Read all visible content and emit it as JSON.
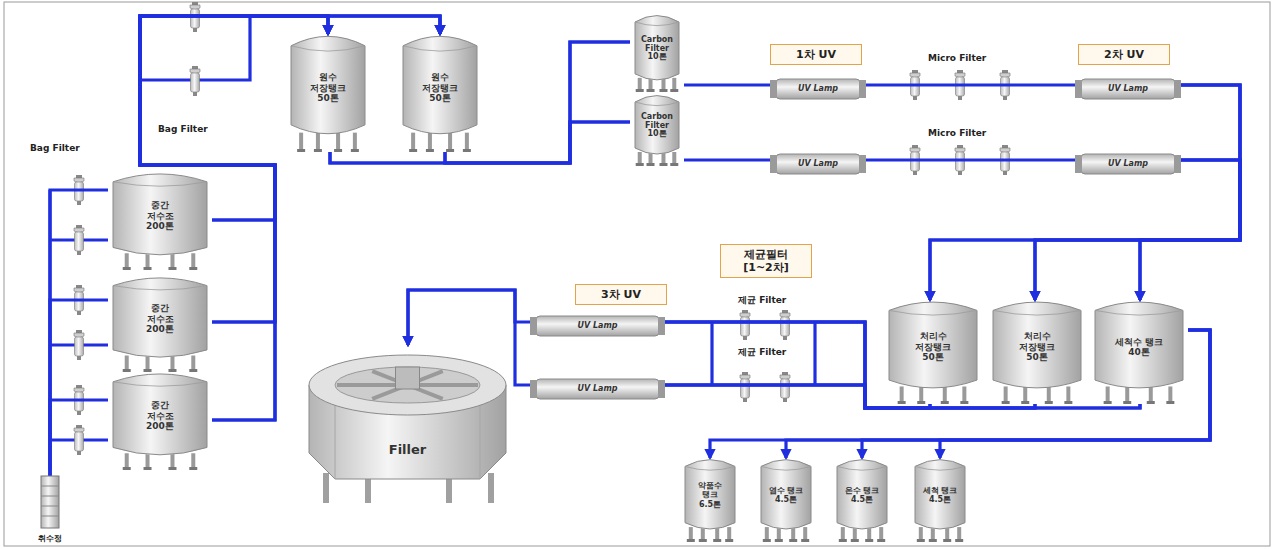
{
  "diagram": {
    "nodes": [
      {
        "text": [
          "취수정"
        ]
      },
      {
        "text": [
          "중간 저수조 200톤"
        ]
      },
      {
        "text": [
          "중간 저수조 200톤"
        ]
      },
      {
        "text": [
          "중간 저수조 200톤"
        ]
      },
      {
        "text": [
          "원수 저장탱크 50톤"
        ]
      },
      {
        "text": [
          "원수 저장탱크 50톤"
        ]
      },
      {
        "text": [
          "Carbon Filter 10톤"
        ]
      },
      {
        "text": [
          "Carbon Filter 10톤"
        ]
      },
      {
        "text": [
          "1차 UV"
        ]
      },
      {
        "text": [
          "2차 UV"
        ]
      },
      {
        "text": [
          "UV Lamp"
        ]
      },
      {
        "text": [
          "UV Lamp"
        ]
      },
      {
        "text": [
          "UV Lamp"
        ]
      },
      {
        "text": [
          "UV Lamp"
        ]
      },
      {
        "text": [
          "처리수 저장탱크 50톤"
        ]
      },
      {
        "text": [
          "처리수 저장탱크 50톤"
        ]
      },
      {
        "text": [
          "세척수 탱크 40톤"
        ]
      },
      {
        "text": [
          "제균필터 [1~2차]"
        ]
      },
      {
        "text": [
          "3차 UV"
        ]
      },
      {
        "text": [
          "UV Lamp"
        ]
      },
      {
        "text": [
          "UV Lamp"
        ]
      },
      {
        "text": [
          "Filler"
        ]
      },
      {
        "text": [
          "약품수 탱크 6.5톤"
        ]
      },
      {
        "text": [
          "염수 탱크 4.5톤"
        ]
      },
      {
        "text": [
          "온수 탱크 4.5톤"
        ]
      },
      {
        "text": [
          "세척 탱크 4.5톤"
        ]
      }
    ],
    "edges": [
      {
        "from": 0,
        "to": 1,
        "arrow": "none"
      },
      {
        "from": 0,
        "to": 2,
        "arrow": "none"
      },
      {
        "from": 0,
        "to": 3,
        "arrow": "none"
      },
      {
        "from": 1,
        "to": 4,
        "arrow": "to"
      },
      {
        "from": 1,
        "to": 5,
        "arrow": "to"
      },
      {
        "from": 2,
        "to": 4,
        "arrow": "to"
      },
      {
        "from": 2,
        "to": 5,
        "arrow": "to"
      },
      {
        "from": 3,
        "to": 4,
        "arrow": "to"
      },
      {
        "from": 3,
        "to": 5,
        "arrow": "to"
      },
      {
        "from": 4,
        "to": 6,
        "arrow": "none"
      },
      {
        "from": 4,
        "to": 7,
        "arrow": "none"
      },
      {
        "from": 5,
        "to": 6,
        "arrow": "none"
      },
      {
        "from": 5,
        "to": 7,
        "arrow": "none"
      },
      {
        "from": 6,
        "to": 10,
        "arrow": "none"
      },
      {
        "from": 7,
        "to": 12,
        "arrow": "none"
      },
      {
        "from": 10,
        "to": 11,
        "arrow": "none"
      },
      {
        "from": 12,
        "to": 13,
        "arrow": "none"
      },
      {
        "from": 11,
        "to": 14,
        "arrow": "to"
      },
      {
        "from": 11,
        "to": 15,
        "arrow": "to"
      },
      {
        "from": 11,
        "to": 16,
        "arrow": "to"
      },
      {
        "from": 13,
        "to": 14,
        "arrow": "to"
      },
      {
        "from": 13,
        "to": 15,
        "arrow": "to"
      },
      {
        "from": 13,
        "to": 16,
        "arrow": "to"
      },
      {
        "from": 14,
        "to": 19,
        "arrow": "none"
      },
      {
        "from": 14,
        "to": 20,
        "arrow": "none"
      },
      {
        "from": 15,
        "to": 19,
        "arrow": "none"
      },
      {
        "from": 15,
        "to": 20,
        "arrow": "none"
      },
      {
        "from": 16,
        "to": 19,
        "arrow": "none"
      },
      {
        "from": 16,
        "to": 20,
        "arrow": "none"
      },
      {
        "from": 19,
        "to": 21,
        "arrow": "to"
      },
      {
        "from": 20,
        "to": 21,
        "arrow": "to"
      },
      {
        "from": 16,
        "to": 22,
        "arrow": "to"
      },
      {
        "from": 16,
        "to": 23,
        "arrow": "to"
      },
      {
        "from": 16,
        "to": 24,
        "arrow": "to"
      },
      {
        "from": 16,
        "to": 25,
        "arrow": "to"
      }
    ],
    "labels": [
      "Bag Filter",
      "Bag Filter",
      "Micro Filter",
      "Micro Filter",
      "제균 Filter",
      "제균 Filter"
    ]
  }
}
